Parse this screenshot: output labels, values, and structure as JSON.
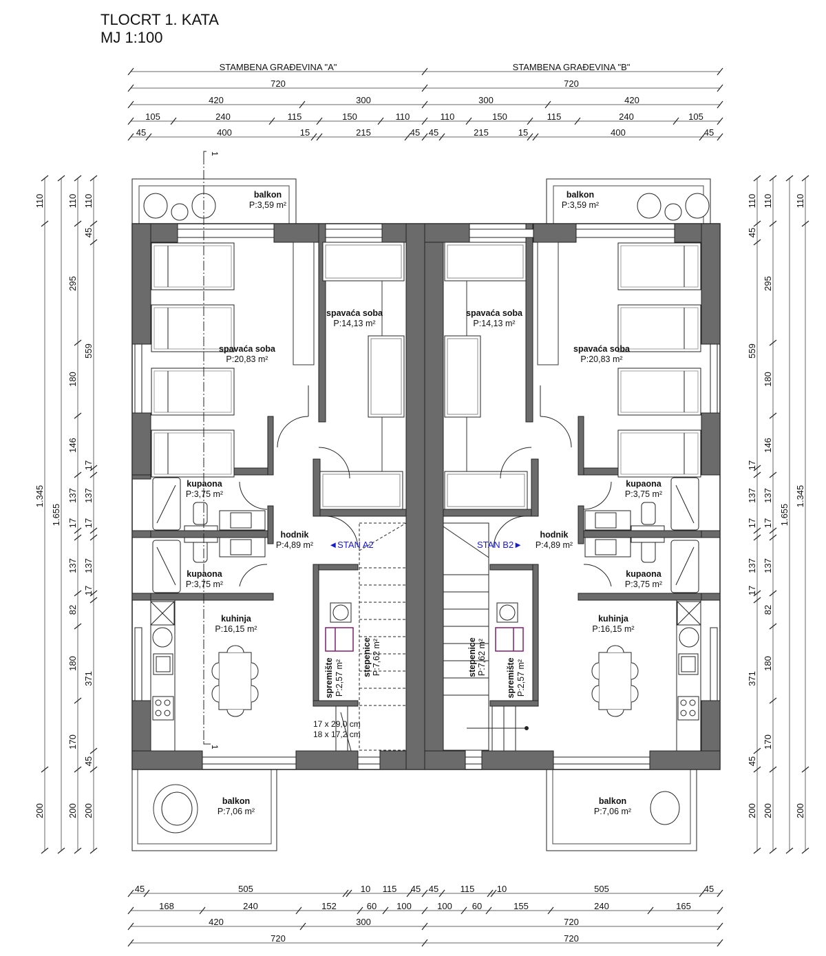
{
  "header": {
    "title": "TLOCRT 1. KATA",
    "scale": "MJ 1:100"
  },
  "colors": {
    "wall": "#6b6b6b",
    "line": "#222222",
    "dim_line": "#555555",
    "stan_label": "#1a1ad0",
    "storage_accent": "#7a1f6e"
  },
  "top_dimensions": {
    "building_a_label": "STAMBENA GRAĐEVINA \"A\"",
    "building_b_label": "STAMBENA GRAĐEVINA \"B\"",
    "row_total": [
      "720",
      "720"
    ],
    "row2": [
      "420",
      "300",
      "300",
      "420"
    ],
    "row3": [
      "105",
      "240",
      "115",
      "150",
      "110",
      "110",
      "150",
      "115",
      "240",
      "105"
    ],
    "row4": [
      "45",
      "400",
      "15",
      "215",
      "45",
      "45",
      "215",
      "15",
      "400",
      "45"
    ]
  },
  "bottom_dimensions": {
    "row1": [
      "45",
      "505",
      "10",
      "115",
      "45",
      "45",
      "115",
      "10",
      "505",
      "45"
    ],
    "row2": [
      "168",
      "240",
      "152",
      "60",
      "100",
      "100",
      "60",
      "155",
      "240",
      "165"
    ],
    "row3": [
      "420",
      "300",
      "720"
    ],
    "row4": [
      "720",
      "720"
    ]
  },
  "left_dimensions": {
    "outer": [
      "110",
      "1.345",
      "200"
    ],
    "second": [
      "1.655"
    ],
    "third": [
      "110",
      "295",
      "180",
      "146",
      "137",
      "17",
      "137",
      "82",
      "180",
      "170",
      "200"
    ],
    "fourth": [
      "110",
      "45",
      "559",
      "17",
      "137",
      "17",
      "137",
      "17",
      "371",
      "45",
      "200"
    ]
  },
  "right_dimensions": {
    "first": [
      "110",
      "45",
      "559",
      "17",
      "137",
      "17",
      "137",
      "17",
      "371",
      "45",
      "200"
    ],
    "second": [
      "110",
      "295",
      "180",
      "146",
      "137",
      "17",
      "137",
      "82",
      "180",
      "170",
      "200"
    ],
    "third": [
      "1.655"
    ],
    "fourth": [
      "110",
      "1.345",
      "200"
    ]
  },
  "section_marker": {
    "label": "1"
  },
  "apartments": {
    "a": {
      "stan_label": "◄STAN A2",
      "rooms": {
        "balcony_top": {
          "name": "balkon",
          "area": "P:3,59 m²"
        },
        "bedroom_large": {
          "name": "spavaća soba",
          "area": "P:20,83 m²"
        },
        "bedroom_small": {
          "name": "spavaća soba",
          "area": "P:14,13 m²"
        },
        "bathroom_1": {
          "name": "kupaona",
          "area": "P:3,75 m²"
        },
        "bathroom_2": {
          "name": "kupaona",
          "area": "P:3,75 m²"
        },
        "hallway": {
          "name": "hodnik",
          "area": "P:4,89 m²"
        },
        "kitchen": {
          "name": "kuhinja",
          "area": "P:16,15 m²"
        },
        "storage": {
          "name": "spremište",
          "area": "P:2,57 m²"
        },
        "stairs": {
          "name": "stepenice",
          "area": "P:7,62 m²"
        },
        "balcony_bottom": {
          "name": "balkon",
          "area": "P:7,06 m²"
        }
      },
      "stair_note_1": "17 x 29,0 cm",
      "stair_note_2": "18 x 17,2 cm"
    },
    "b": {
      "stan_label": "STAN B2►",
      "rooms": {
        "balcony_top": {
          "name": "balkon",
          "area": "P:3,59 m²"
        },
        "bedroom_large": {
          "name": "spavaća soba",
          "area": "P:20,83 m²"
        },
        "bedroom_small": {
          "name": "spavaća soba",
          "area": "P:14,13 m²"
        },
        "bathroom_1": {
          "name": "kupaona",
          "area": "P:3,75 m²"
        },
        "bathroom_2": {
          "name": "kupaona",
          "area": "P:3,75 m²"
        },
        "hallway": {
          "name": "hodnik",
          "area": "P:4,89 m²"
        },
        "kitchen": {
          "name": "kuhinja",
          "area": "P:16,15 m²"
        },
        "storage": {
          "name": "spremište",
          "area": "P:2,57 m²"
        },
        "stairs": {
          "name": "stepenice",
          "area": "P:7,62 m²"
        },
        "balcony_bottom": {
          "name": "balkon",
          "area": "P:7,06 m²"
        }
      }
    }
  }
}
